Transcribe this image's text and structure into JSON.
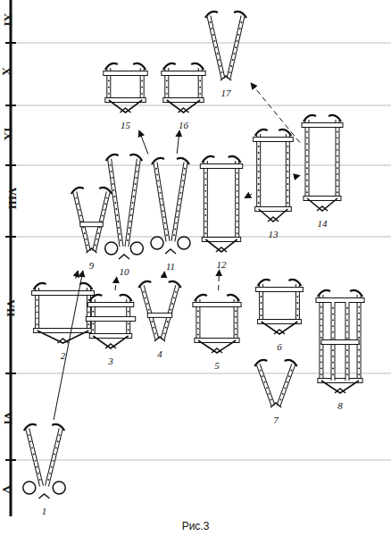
{
  "diagram": {
    "caption": "Рис.3",
    "nodes": [
      {
        "text": [
          "1"
        ]
      },
      {
        "text": [
          "2"
        ]
      },
      {
        "text": [
          "3"
        ]
      },
      {
        "text": [
          "4"
        ]
      },
      {
        "text": [
          "5"
        ]
      },
      {
        "text": [
          "6"
        ]
      },
      {
        "text": [
          "7"
        ]
      },
      {
        "text": [
          "8"
        ]
      },
      {
        "text": [
          "9"
        ]
      },
      {
        "text": [
          "10"
        ]
      },
      {
        "text": [
          "11"
        ]
      },
      {
        "text": [
          "12"
        ]
      },
      {
        "text": [
          "13"
        ]
      },
      {
        "text": [
          "14"
        ]
      },
      {
        "text": [
          "15"
        ]
      },
      {
        "text": [
          "16"
        ]
      },
      {
        "text": [
          "17"
        ]
      }
    ],
    "edges": [
      {
        "from": 0,
        "to": 8,
        "arrow": "to"
      },
      {
        "from": 1,
        "to": 8,
        "arrow": "to"
      },
      {
        "from": 2,
        "to": 9,
        "arrow": "to"
      },
      {
        "from": 3,
        "to": 10,
        "arrow": "to"
      },
      {
        "from": 4,
        "to": 11,
        "arrow": "to"
      },
      {
        "from": 12,
        "to": 11,
        "arrow": "to"
      },
      {
        "from": 12,
        "to": 13,
        "arrow": "to"
      },
      {
        "from": 10,
        "to": 14,
        "arrow": "to"
      },
      {
        "from": 10,
        "to": 15,
        "arrow": "to"
      },
      {
        "from": 13,
        "to": 16,
        "arrow": "to"
      }
    ],
    "labels": [
      "XI",
      "X",
      "IX",
      "VIII",
      "VII",
      "VI",
      "V"
    ]
  }
}
